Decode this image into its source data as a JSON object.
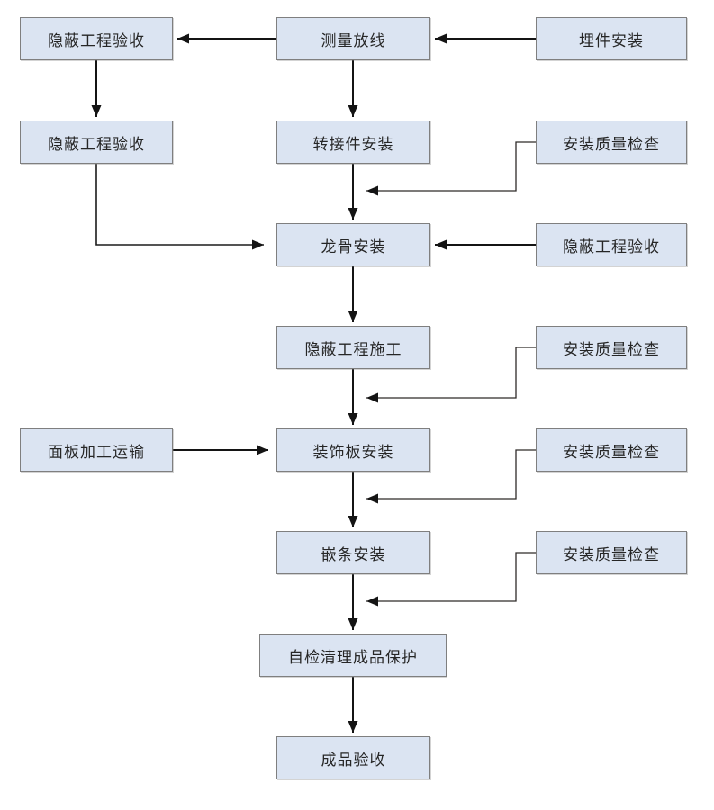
{
  "diagram": {
    "type": "flowchart",
    "language": "zh-CN",
    "colors": {
      "background": "#ffffff",
      "node_fill": "#dbe4f2",
      "node_border": "#7f7f7f",
      "line_color": "#141414",
      "text_color": "#262626"
    },
    "nodes": [
      {
        "id": "hidden-acceptance-1",
        "label": "隐蔽工程验收"
      },
      {
        "id": "survey-layout",
        "label": "测量放线"
      },
      {
        "id": "embed-install",
        "label": "埋件安装"
      },
      {
        "id": "hidden-acceptance-2",
        "label": "隐蔽工程验收"
      },
      {
        "id": "adapter-install",
        "label": "转接件安装"
      },
      {
        "id": "quality-check-1",
        "label": "安装质量检查"
      },
      {
        "id": "keel-install",
        "label": "龙骨安装"
      },
      {
        "id": "hidden-acceptance-3",
        "label": "隐蔽工程验收"
      },
      {
        "id": "hidden-construction",
        "label": "隐蔽工程施工"
      },
      {
        "id": "quality-check-2",
        "label": "安装质量检查"
      },
      {
        "id": "panel-processing",
        "label": "面板加工运输"
      },
      {
        "id": "decor-panel-install",
        "label": "装饰板安装"
      },
      {
        "id": "quality-check-3",
        "label": "安装质量检查"
      },
      {
        "id": "inlay-install",
        "label": "嵌条安装"
      },
      {
        "id": "quality-check-4",
        "label": "安装质量检查"
      },
      {
        "id": "self-check-clean-protect",
        "label": "自检清理成品保护"
      },
      {
        "id": "finished-acceptance",
        "label": "成品验收"
      }
    ],
    "edges": [
      {
        "from": "embed-install",
        "to": "survey-layout"
      },
      {
        "from": "survey-layout",
        "to": "hidden-acceptance-1"
      },
      {
        "from": "hidden-acceptance-1",
        "to": "hidden-acceptance-2"
      },
      {
        "from": "survey-layout",
        "to": "adapter-install"
      },
      {
        "from": "adapter-install",
        "to": "keel-install"
      },
      {
        "from": "quality-check-1",
        "to": "keel-install"
      },
      {
        "from": "hidden-acceptance-2",
        "to": "keel-install"
      },
      {
        "from": "hidden-acceptance-3",
        "to": "keel-install"
      },
      {
        "from": "keel-install",
        "to": "hidden-construction"
      },
      {
        "from": "quality-check-2",
        "to": "decor-panel-install"
      },
      {
        "from": "hidden-construction",
        "to": "decor-panel-install"
      },
      {
        "from": "panel-processing",
        "to": "decor-panel-install"
      },
      {
        "from": "quality-check-3",
        "to": "inlay-install"
      },
      {
        "from": "decor-panel-install",
        "to": "inlay-install"
      },
      {
        "from": "quality-check-4",
        "to": "self-check-clean-protect"
      },
      {
        "from": "inlay-install",
        "to": "self-check-clean-protect"
      },
      {
        "from": "self-check-clean-protect",
        "to": "finished-acceptance"
      }
    ]
  }
}
